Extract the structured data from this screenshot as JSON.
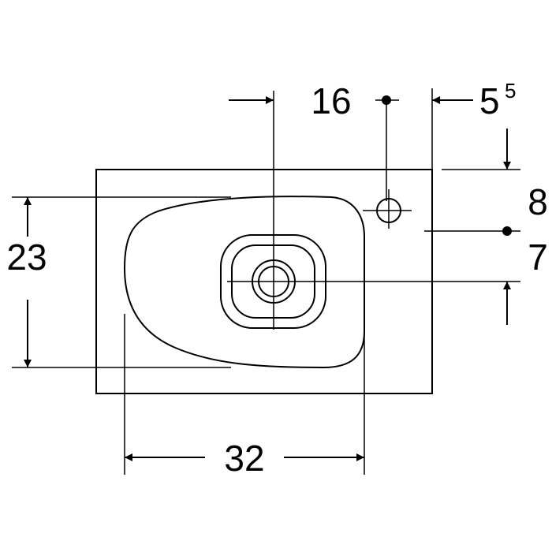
{
  "drawing": {
    "dimensions": {
      "tap_offset": "16",
      "edge_offset_main": "5",
      "edge_offset_sup": "5",
      "top_to_tap": "8",
      "tap_to_drain": "7",
      "depth": "23",
      "width": "32"
    },
    "colors": {
      "line": "#000000",
      "background": "#ffffff"
    }
  }
}
